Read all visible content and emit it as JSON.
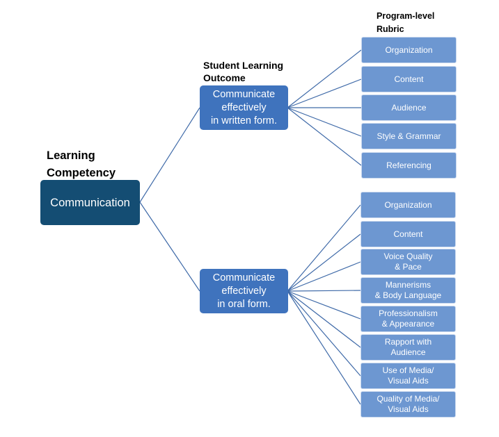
{
  "labels": {
    "competency": "Learning\nCompetency",
    "outcome": "Student Learning\nOutcome",
    "rubric": "Program-level\nRubric"
  },
  "competency": {
    "name": "Communication"
  },
  "outcomes": [
    {
      "text": "Communicate\neffectively\nin written form.",
      "rubric": [
        "Organization",
        "Content",
        "Audience",
        "Style & Grammar",
        "Referencing"
      ]
    },
    {
      "text": "Communicate\neffectively\nin oral form.",
      "rubric": [
        "Organization",
        "Content",
        "Voice Quality\n& Pace",
        "Mannerisms\n& Body Language",
        "Professionalism\n& Appearance",
        "Rapport with\nAudience",
        "Use of Media/\nVisual Aids",
        "Quality of Media/\nVisual Aids"
      ]
    }
  ],
  "colors": {
    "root_fill": "#144d73",
    "outcome_fill": "#3f73bd",
    "rubric_fill": "#6d97d1",
    "connector": "#3f6aa8"
  }
}
